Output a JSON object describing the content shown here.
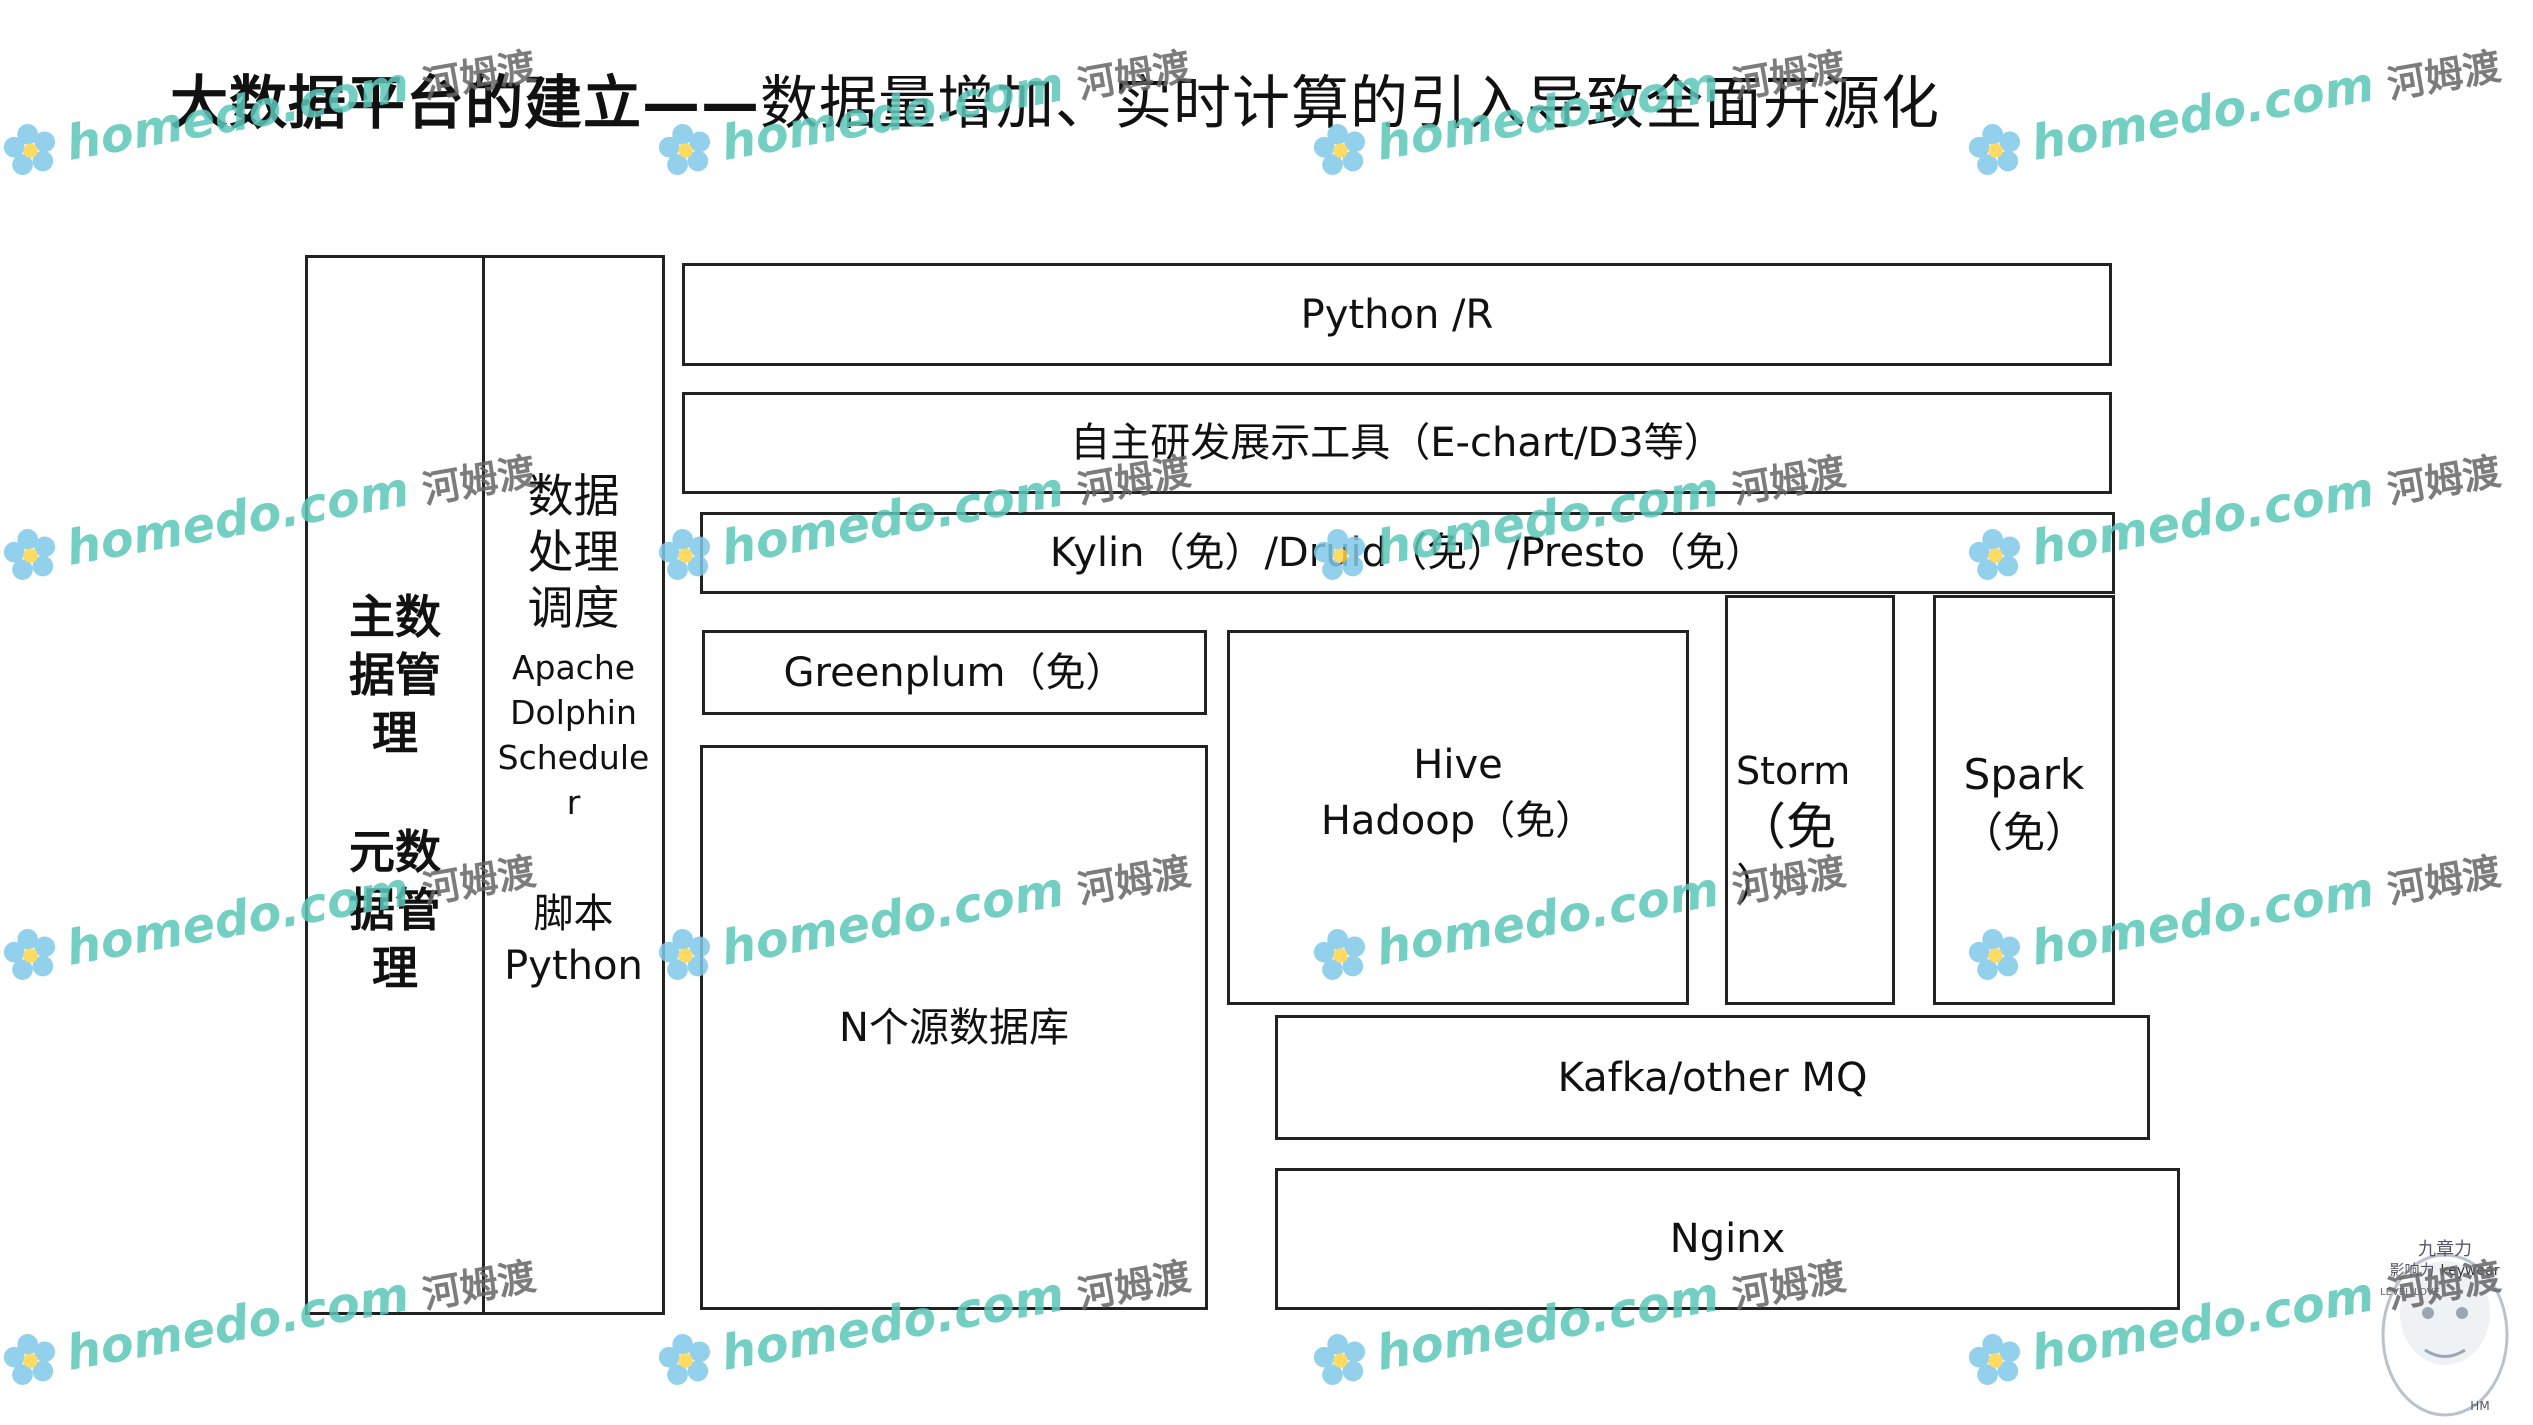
{
  "title": {
    "bold": "大数据平台的建立——",
    "rest": "数据量增加、实时计算的引入导致全面开源化"
  },
  "boxes": {
    "master_data": [
      "主数",
      "据管",
      "理"
    ],
    "meta_data": [
      "元数",
      "据管",
      "理"
    ],
    "scheduler": {
      "cn": [
        "数据",
        "处理",
        "调度"
      ],
      "en": [
        "Apache",
        "Dolphin",
        "Schedule",
        "r"
      ],
      "script": [
        "脚本",
        "Python"
      ]
    },
    "python_r": "Python /R",
    "display_tool": "自主研发展示工具（E-chart/D3等）",
    "kylin": "Kylin（免）/Druid（免）/Presto（免）",
    "greenplum": "Greenplum（免）",
    "source_db": "N个源数据库",
    "hive": [
      "Hive",
      "Hadoop（免）"
    ],
    "storm": [
      "Storm",
      "（免",
      "）"
    ],
    "spark": [
      "Spark",
      "（免）"
    ],
    "kafka": "Kafka/other MQ",
    "nginx": "Nginx"
  },
  "watermark": {
    "brand": "homedo.com",
    "cn": "河姆渡"
  },
  "corner_art": [
    "九章力",
    "影响力",
    "keywear",
    "LEVEL LOVE",
    "HM"
  ],
  "colors": {
    "border": "#222222",
    "watermark_brand": "#5cc7b9",
    "watermark_flower": "#7fc8e8"
  }
}
